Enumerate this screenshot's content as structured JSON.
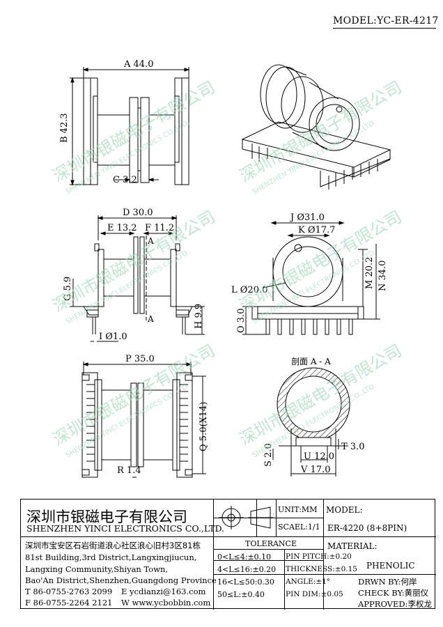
{
  "header": {
    "model_label": "MODEL:YC-ER-4217"
  },
  "top_left_view": {
    "dim_a": "A 44.0",
    "dim_b": "B 42.3",
    "dim_c": "C 3.2"
  },
  "mid_left_view": {
    "dim_d": "D 30.0",
    "dim_e": "E 13.2",
    "dim_f": "F 11.2",
    "dim_g": "G 5.9",
    "dim_h": "H 9.9",
    "dim_i": "I Ø1.0",
    "section_mark_top": "A",
    "section_mark_bottom": "A"
  },
  "mid_right_view": {
    "dim_j": "J Ø31.0",
    "dim_k": "K Ø17.7",
    "dim_l": "L Ø20.0",
    "dim_m": "M 20.2",
    "dim_n": "N 34.0",
    "dim_o": "O 3.0"
  },
  "bottom_left_view": {
    "dim_p": "P 35.0",
    "dim_q": "Q 5.0(X14)",
    "dim_r": "R 1.4"
  },
  "section_view": {
    "title": "剖面 A - A",
    "dim_s": "S 2.0",
    "dim_t": "T 3.0",
    "dim_u": "U 12.0",
    "dim_v": "V 17.0"
  },
  "watermark": {
    "cn": "深圳市银磁电子有限公司",
    "en": "SHENZHEN YINCI ELECTRONICS CO.,LTD."
  },
  "title_block": {
    "company_cn": "深圳市银磁电子有限公司",
    "company_en": "SHENZHEN YINCI ELECTRONICS CO.,LTD.",
    "unit": "UNIT:MM",
    "scale": "SCAEL:1/1",
    "model_label": "MODEL:",
    "model_value": "ER-4220 (8+8PIN)",
    "address": [
      "深圳市宝安区石岩街道浪心社区浪心旧村3区81栋",
      "81st Building,3rd District,Langxingjiucun,",
      "Langxing Community,Shiyan Town,",
      "Bao'An District,Shenzhen,Guangdong Province"
    ],
    "phone": "T 86-0755-2763 2099",
    "email": "E ycdianzi@163.com",
    "fax": "F 86-0755-2264 2121",
    "web": "W www.ycbobbin.com",
    "tolerance_label": "TOLERANCE",
    "tol_left": [
      "0<L≤4:±0.10",
      "4<L≤16:±0.20",
      "16<L≤50:0.30",
      "50≤L:±0.40"
    ],
    "tol_right": [
      "PIN PITCH:±0.20",
      "THICKNESS:±0.15",
      "ANGLE:±1°",
      "PIN DIM:±0.05"
    ],
    "material_label": "MATERIAL:",
    "material_value": "PHENOLIC",
    "drawn_by": "DRWN BY:何岸",
    "check_by": "CHECK BY:黄丽仪",
    "approved": "APPROVED:李权龙"
  }
}
